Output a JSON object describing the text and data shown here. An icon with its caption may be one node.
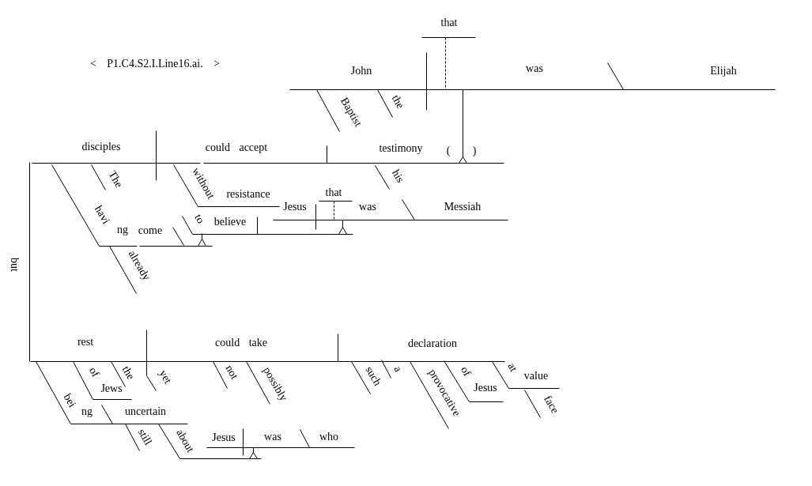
{
  "diagram": {
    "labels": [
      "< P1.C4.S2.I.Line16.ai. >",
      "that",
      "John",
      "was",
      "Elijah",
      "Baptist",
      "the",
      "disciples",
      "could accept",
      "testimony",
      "(",
      ")",
      "The",
      "without",
      "resistance",
      "his",
      "that",
      "Jesus",
      "was",
      "Messiah",
      "havi",
      "to",
      "believe",
      "ng",
      "come",
      "already",
      "but",
      "rest",
      "could take",
      "declaration",
      "of",
      "the",
      "yet",
      "not",
      "possibly",
      "such",
      "a",
      "provocative",
      "of",
      "at",
      "value",
      "Jews",
      "Jesus",
      "bei",
      "face",
      "ng",
      "uncertain",
      "still",
      "about",
      "Jesus",
      "was",
      "who"
    ]
  }
}
